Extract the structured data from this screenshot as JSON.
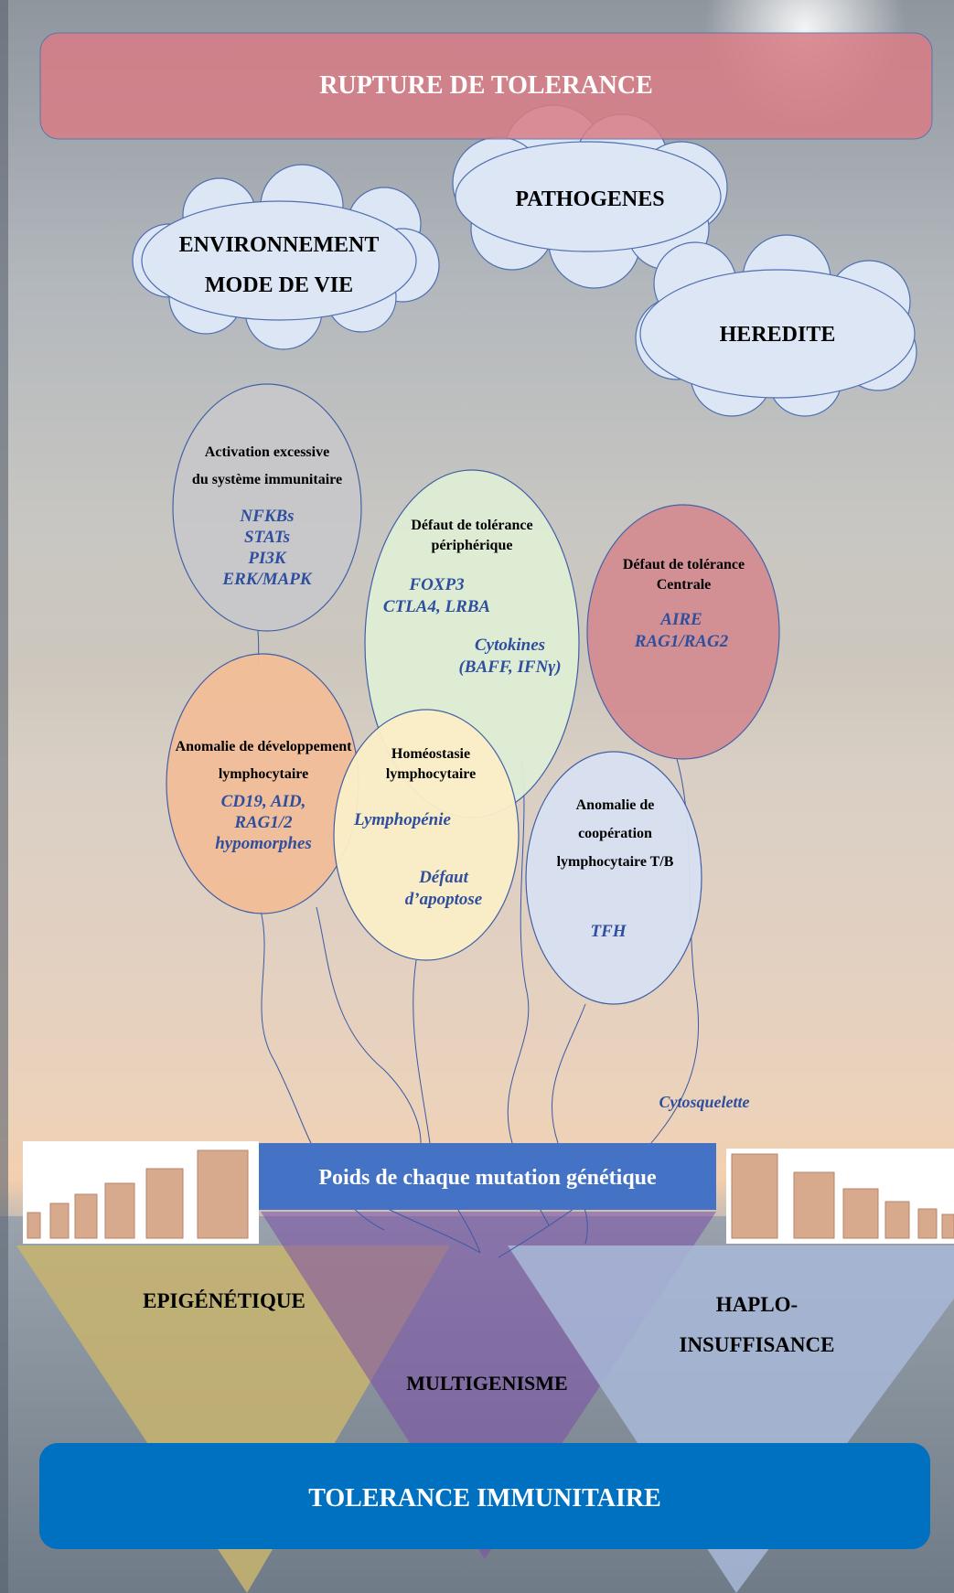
{
  "header": {
    "title": "RUPTURE DE TOLERANCE"
  },
  "clouds": {
    "pathogenes": "PATHOGENES",
    "environnement_line1": "ENVIRONNEMENT",
    "environnement_line2": "MODE DE VIE",
    "heredite": "HEREDITE"
  },
  "balloons": {
    "activation": {
      "title_line1": "Activation excessive",
      "title_line2": "du système immunitaire",
      "genes": [
        "NFKBs",
        "STATs",
        "PI3K",
        "ERK/MAPK"
      ]
    },
    "peripherique": {
      "title_line1": "Défaut de tolérance",
      "title_line2": "périphérique",
      "genes_line1": "FOXP3",
      "genes_line2": "CTLA4, LRBA",
      "cytokines_line1": "Cytokines",
      "cytokines_line2": "(BAFF, IFNγ)"
    },
    "centrale": {
      "title_line1": "Défaut de tolérance",
      "title_line2": "Centrale",
      "genes_line1": "AIRE",
      "genes_line2": "RAG1/RAG2"
    },
    "developpement": {
      "title_line1": "Anomalie de développement",
      "title_line2": "lymphocytaire",
      "genes": [
        "CD19, AID,",
        "RAG1/2",
        "hypomorphes"
      ]
    },
    "homeostasie": {
      "title_line1": "Homéostasie",
      "title_line2": "lymphocytaire",
      "item1": "Lymphopénie",
      "item2_line1": "Défaut",
      "item2_line2": "d’apoptose"
    },
    "cooperation": {
      "title_line1": "Anomalie de",
      "title_line2": "coopération",
      "title_line3": "lymphocytaire T/B",
      "gene": "TFH"
    }
  },
  "string_label": "Cytosquelette",
  "weights_bar": {
    "label": "Poids de chaque mutation génétique"
  },
  "funnels": {
    "epigenetique": "EPIGÉNÉTIQUE",
    "multigenisme": "MULTIGENISME",
    "haplo_line1": "HAPLO-",
    "haplo_line2": "INSUFFISANCE"
  },
  "footer": {
    "title": "TOLERANCE IMMUNITAIRE"
  },
  "colors": {
    "header_red": "#d97d86",
    "cloud_fill": "#dde6f5",
    "balloon_grey": "#c8c8ca",
    "balloon_green": "#e0eed6",
    "balloon_red": "#d38c92",
    "balloon_orange": "#f2be98",
    "balloon_yellow": "#fbefc8",
    "balloon_blue": "#d8e1f2",
    "gene_text": "#2f4f9e",
    "weights_bar": "#4472c4",
    "footer_blue": "#0070c0",
    "funnel_gold": "#c8b46e",
    "funnel_purple": "#7b4fa8",
    "funnel_blue": "#a8b8d8"
  }
}
